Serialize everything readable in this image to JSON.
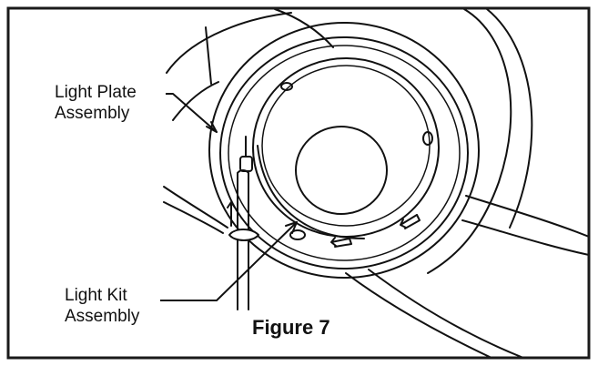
{
  "figure": {
    "caption": "Figure 7",
    "callouts": [
      {
        "id": "light-plate",
        "lines": [
          "Light Plate",
          "Assembly"
        ]
      },
      {
        "id": "light-kit",
        "lines": [
          "Light Kit",
          "Assembly"
        ]
      }
    ]
  },
  "colors": {
    "ink": "#111111",
    "paper": "#ffffff",
    "frame": "#1a1a1a"
  }
}
